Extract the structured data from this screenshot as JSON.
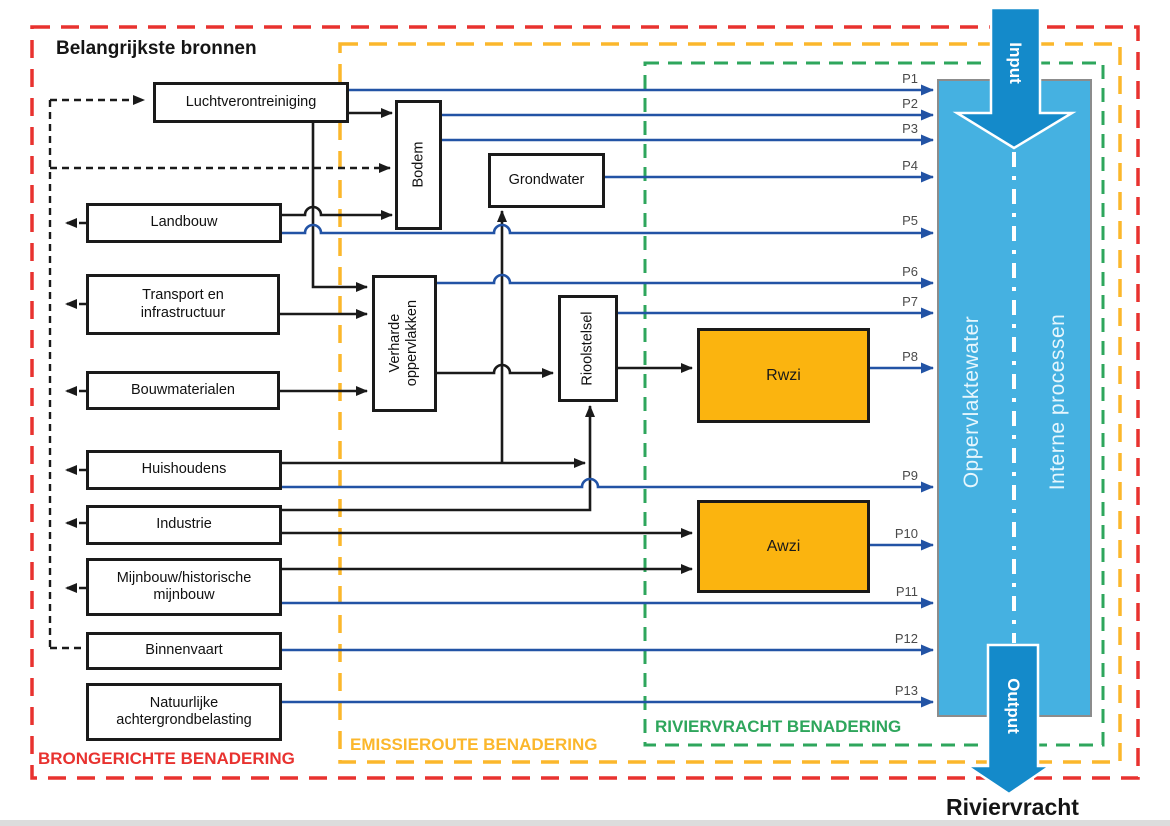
{
  "title": "Belangrijkste bronnen",
  "regions": {
    "source_oriented": "BRONGERICHTE BENADERING",
    "emission_route": "EMISSIEROUTE BENADERING",
    "river_load": "RIVIERVRACHT BENADERING"
  },
  "sources": [
    {
      "label": "Luchtverontreiniging"
    },
    {
      "label": "Landbouw"
    },
    {
      "label": "Transport en\ninfrastructuur"
    },
    {
      "label": "Bouwmaterialen"
    },
    {
      "label": "Huishoudens"
    },
    {
      "label": "Industrie"
    },
    {
      "label": "Mijnbouw/historische\nmijnbouw"
    },
    {
      "label": "Binnenvaart"
    },
    {
      "label": "Natuurlijke\nachtergrondbelasting"
    }
  ],
  "nodes": {
    "bodem": "Bodem",
    "grondwater": "Grondwater",
    "verhard": "Verharde\noppervlakken",
    "riool": "Rioolstelsel",
    "rwzi": "Rwzi",
    "awzi": "Awzi"
  },
  "surface": {
    "water_label": "Oppervlaktewater",
    "processes_label": "Interne processen",
    "input_label": "Input",
    "output_label": "Output",
    "result_label": "Riviervracht"
  },
  "pathways": [
    {
      "label": "P1"
    },
    {
      "label": "P2"
    },
    {
      "label": "P3"
    },
    {
      "label": "P4"
    },
    {
      "label": "P5"
    },
    {
      "label": "P6"
    },
    {
      "label": "P7"
    },
    {
      "label": "P8"
    },
    {
      "label": "P9"
    },
    {
      "label": "P10"
    },
    {
      "label": "P11"
    },
    {
      "label": "P12"
    },
    {
      "label": "P13"
    }
  ],
  "colors": {
    "source_oriented_border": "#E8322F",
    "emission_route_border": "#FBB72C",
    "river_load_border": "#2EA65C",
    "pathway_line": "#2253A5",
    "surface_water_fill": "#45B1E1",
    "io_arrow_fill": "#148ACA",
    "treatment_fill": "#FBB40F"
  }
}
